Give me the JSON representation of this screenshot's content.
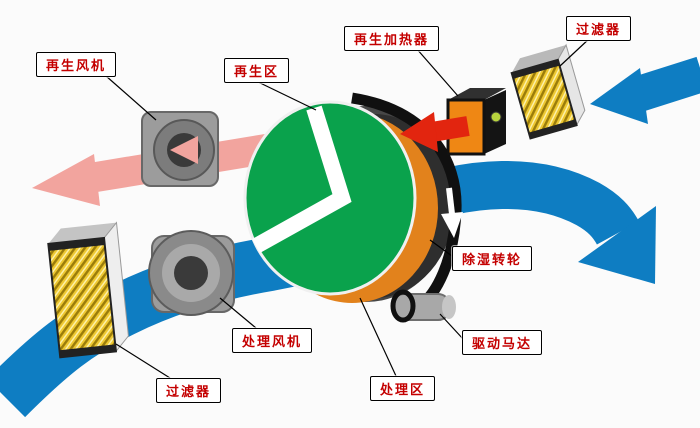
{
  "diagram": {
    "labels": {
      "regen_fan": "再生风机",
      "regen_zone": "再生区",
      "regen_heater": "再生加热器",
      "filter_top": "过滤器",
      "wheel": "除湿转轮",
      "drive_motor": "驱动马达",
      "process_zone": "处理区",
      "process_fan": "处理风机",
      "filter_bottom": "过滤器"
    },
    "colors": {
      "process_air_blue": "#0e7dc2",
      "regen_exhaust_pink": "#f2a49e",
      "hot_air_red": "#e2250f",
      "wheel_green": "#0aa24c",
      "wheel_orange": "#e2821c",
      "filter_yellow": "#eec832",
      "heater_orange": "#ef8714",
      "indicator_green": "#b8d43e",
      "label_text_red": "#c40000"
    }
  }
}
